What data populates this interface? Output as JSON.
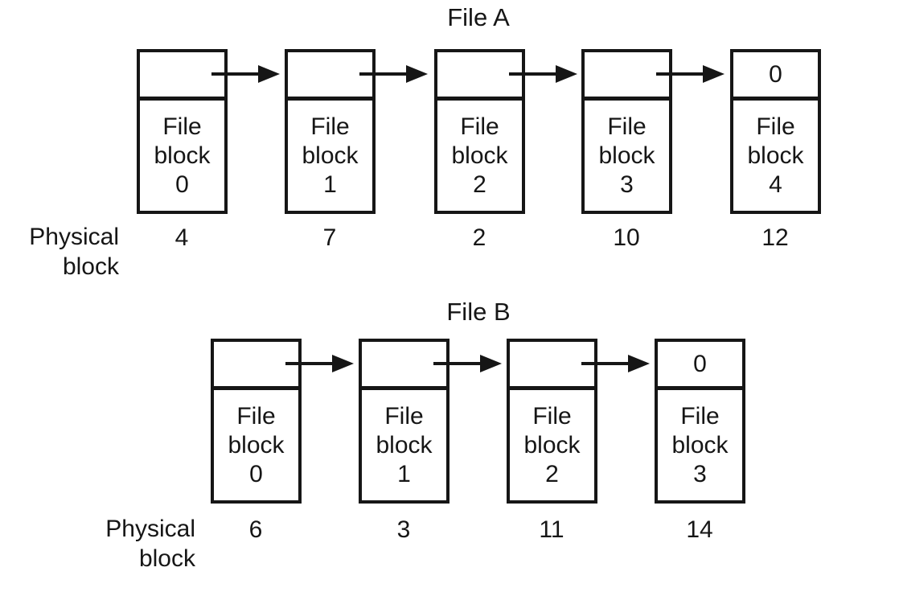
{
  "colors": {
    "ink": "#161616",
    "background": "#ffffff"
  },
  "file_a": {
    "title": "File A",
    "physical_label_line1": "Physical",
    "physical_label_line2": "block",
    "blocks": [
      {
        "line1": "File",
        "line2": "block",
        "line3": "0",
        "pointer": "",
        "physical": "4"
      },
      {
        "line1": "File",
        "line2": "block",
        "line3": "1",
        "pointer": "",
        "physical": "7"
      },
      {
        "line1": "File",
        "line2": "block",
        "line3": "2",
        "pointer": "",
        "physical": "2"
      },
      {
        "line1": "File",
        "line2": "block",
        "line3": "3",
        "pointer": "",
        "physical": "10"
      },
      {
        "line1": "File",
        "line2": "block",
        "line3": "4",
        "pointer": "0",
        "physical": "12"
      }
    ]
  },
  "file_b": {
    "title": "File B",
    "physical_label_line1": "Physical",
    "physical_label_line2": "block",
    "blocks": [
      {
        "line1": "File",
        "line2": "block",
        "line3": "0",
        "pointer": "",
        "physical": "6"
      },
      {
        "line1": "File",
        "line2": "block",
        "line3": "1",
        "pointer": "",
        "physical": "3"
      },
      {
        "line1": "File",
        "line2": "block",
        "line3": "2",
        "pointer": "",
        "physical": "11"
      },
      {
        "line1": "File",
        "line2": "block",
        "line3": "3",
        "pointer": "0",
        "physical": "14"
      }
    ]
  }
}
